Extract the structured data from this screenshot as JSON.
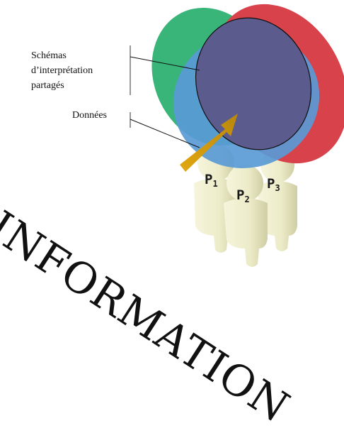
{
  "labels": {
    "schemas_line1": "Schémas",
    "schemas_line2": "d’interprétation",
    "schemas_line3": "partagés",
    "donnees": "Données"
  },
  "people": [
    {
      "letter": "P",
      "index": "1"
    },
    {
      "letter": "P",
      "index": "2"
    },
    {
      "letter": "P",
      "index": "3"
    }
  ],
  "title": "INFORMATION",
  "colors": {
    "green_ellipse": "#3ab57a",
    "red_ellipse": "#d8424a",
    "blue_ellipse": "#5a9ad6",
    "core_ellipse": "#5a5a8f",
    "arrow": "#d9a010",
    "figure": "#ecebc8"
  }
}
